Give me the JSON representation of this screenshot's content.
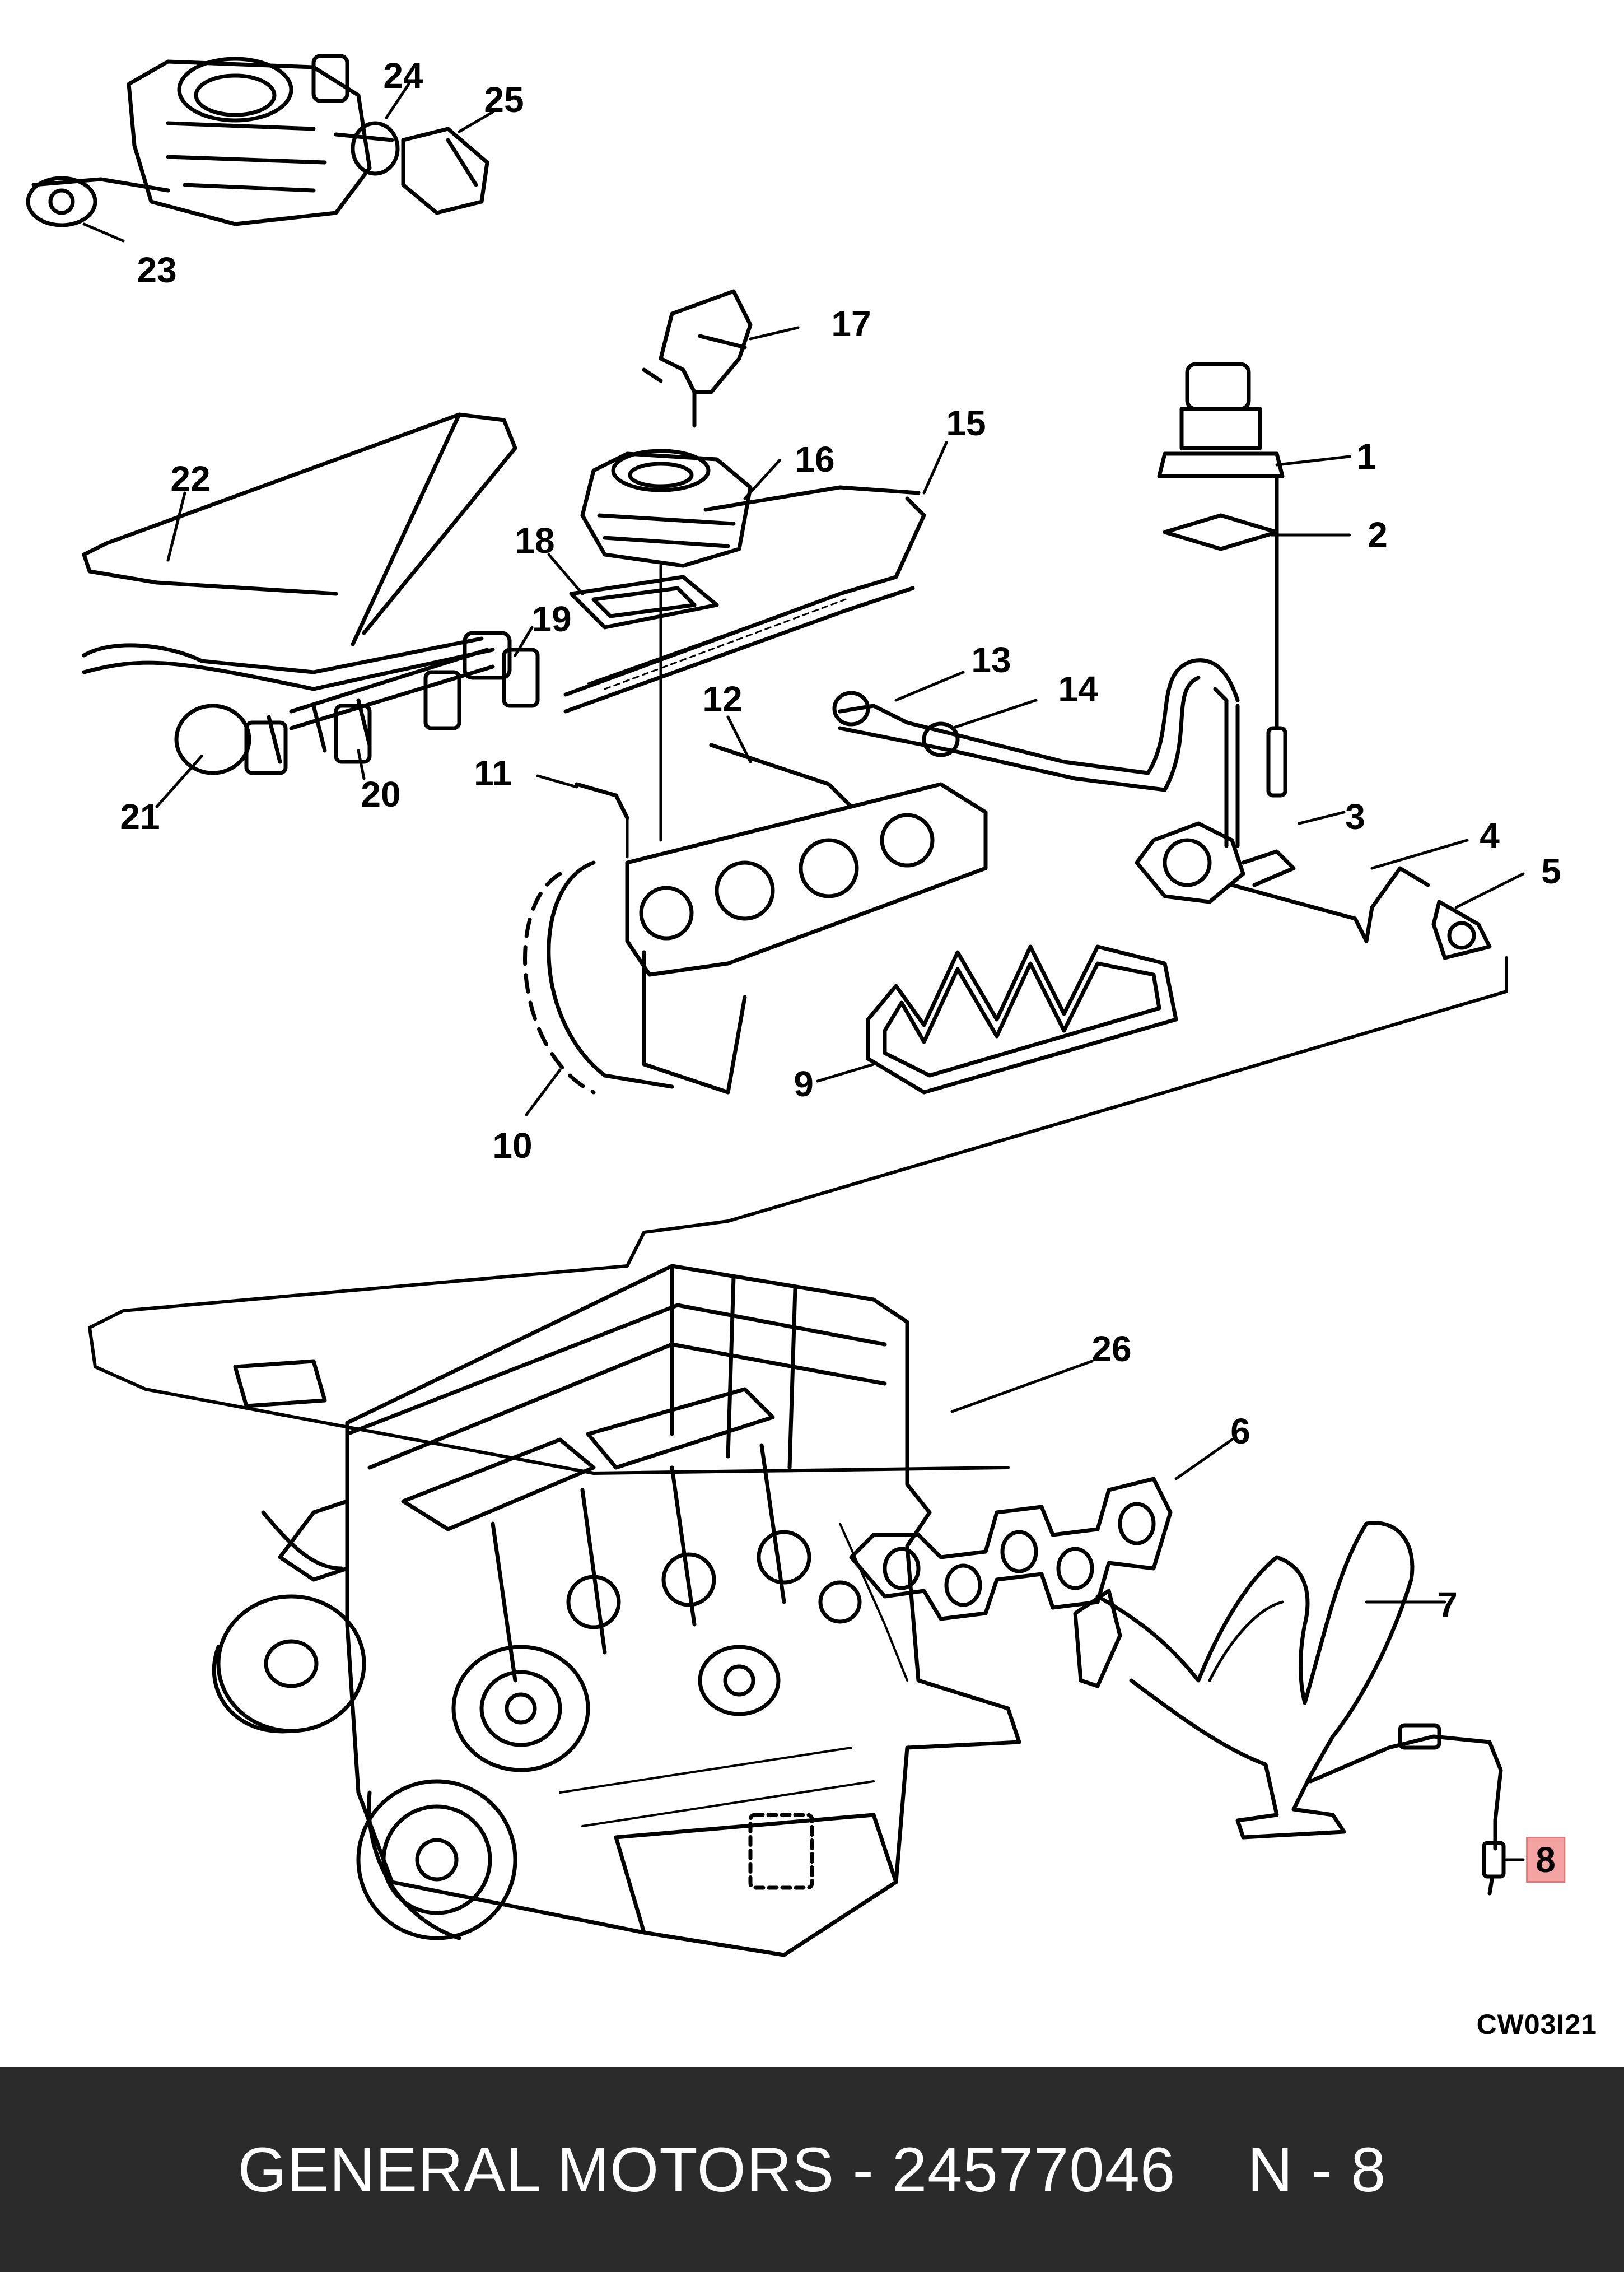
{
  "callouts": [
    "1",
    "2",
    "3",
    "4",
    "5",
    "6",
    "7",
    "8",
    "9",
    "10",
    "11",
    "12",
    "13",
    "14",
    "15",
    "16",
    "17",
    "18",
    "19",
    "20",
    "21",
    "22",
    "23",
    "24",
    "25",
    "26"
  ],
  "highlighted_callout": "8",
  "highlight_color": "#f4a3a3",
  "diagram_code": "CW03I21",
  "footer": {
    "text": "GENERAL MOTORS - 24577046    N - 8",
    "background": "#2b2b2b"
  }
}
